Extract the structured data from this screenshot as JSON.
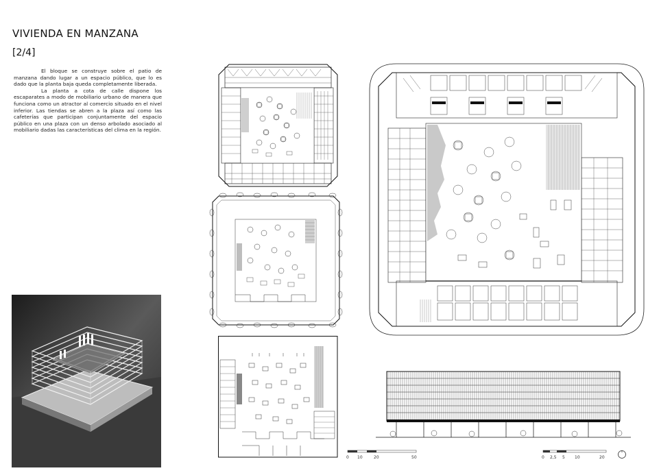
{
  "header": {
    "title": "VIVIENDA EN MANZANA",
    "subtitle": "[2/4]"
  },
  "body": {
    "paragraphs": [
      "El bloque se construye sobre el patio de manzana dando lugar a un espacio público, que lo es dado que la planta baja queda completamente liberada.",
      "La planta a cota de calle dispone los escaparates a modo de mobiliario urbano de manera que funciona como un atractor al comercio situado en el nivel inferior. Las tiendas se abren a la plaza así como las cafeterías que participan conjuntamente del espacio público en una plaza con un denso arbolado asociado al mobiliario dadas las características del clima en la región."
    ]
  },
  "scales": {
    "plan_scale": [
      "0",
      "10",
      "20",
      "50"
    ],
    "elevation_scale": [
      "0",
      "2,5",
      "5",
      "10",
      "20"
    ]
  }
}
